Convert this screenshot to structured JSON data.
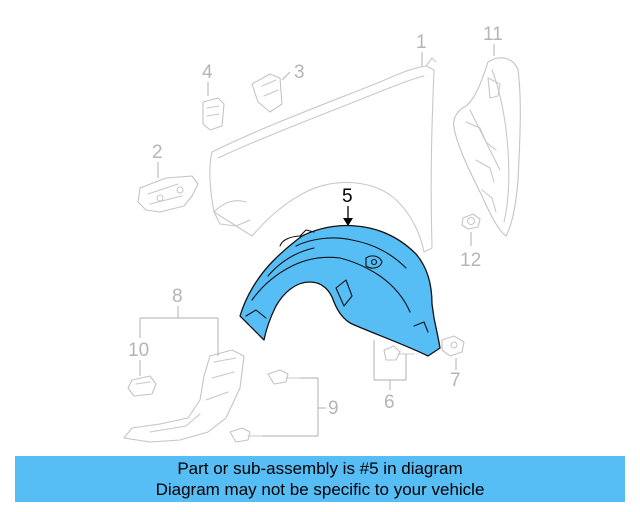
{
  "callouts": {
    "c1": "1",
    "c2": "2",
    "c3": "3",
    "c4": "4",
    "c5": "5",
    "c6": "6",
    "c7": "7",
    "c8": "8",
    "c9": "9",
    "c10": "10",
    "c11": "11",
    "c12": "12"
  },
  "highlighted_part": "5",
  "colors": {
    "highlight": "#56bdf5",
    "ghost_lines": "#c8c8c8",
    "callout_text": "#b5b5b5"
  },
  "banner": {
    "line1": "Part or sub-assembly is #5 in diagram",
    "line2": "Diagram may not be specific to your vehicle"
  }
}
